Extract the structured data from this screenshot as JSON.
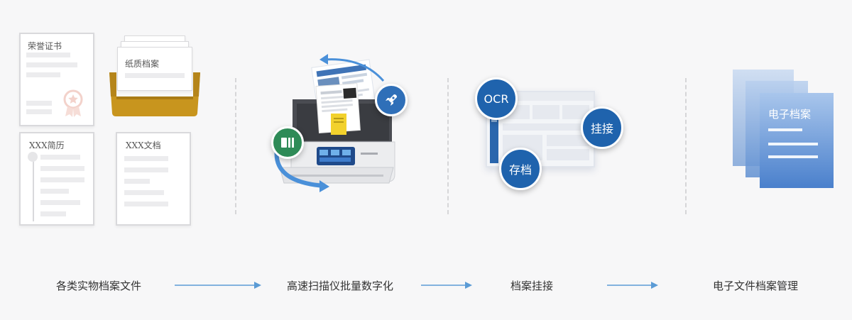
{
  "documents": {
    "certificate_title": "荣誉证书",
    "paper_archive_title": "纸质档案",
    "resume_title": "XXX简历",
    "doc_title": "XXX文档"
  },
  "ocr_badges": {
    "ocr": "OCR",
    "attach": "挂接",
    "archive": "存档"
  },
  "electronic_doc_title": "电子档案",
  "flow_steps": [
    {
      "label": "各类实物档案文件"
    },
    {
      "label": "高速扫描仪批量数字化"
    },
    {
      "label": "档案挂接"
    },
    {
      "label": "电子文件档案管理"
    }
  ],
  "colors": {
    "accent_blue": "#1f63ad",
    "arrow_blue": "#5b9bd5",
    "green_badge": "#2e8b57",
    "tray_gold": "#c8951e"
  }
}
